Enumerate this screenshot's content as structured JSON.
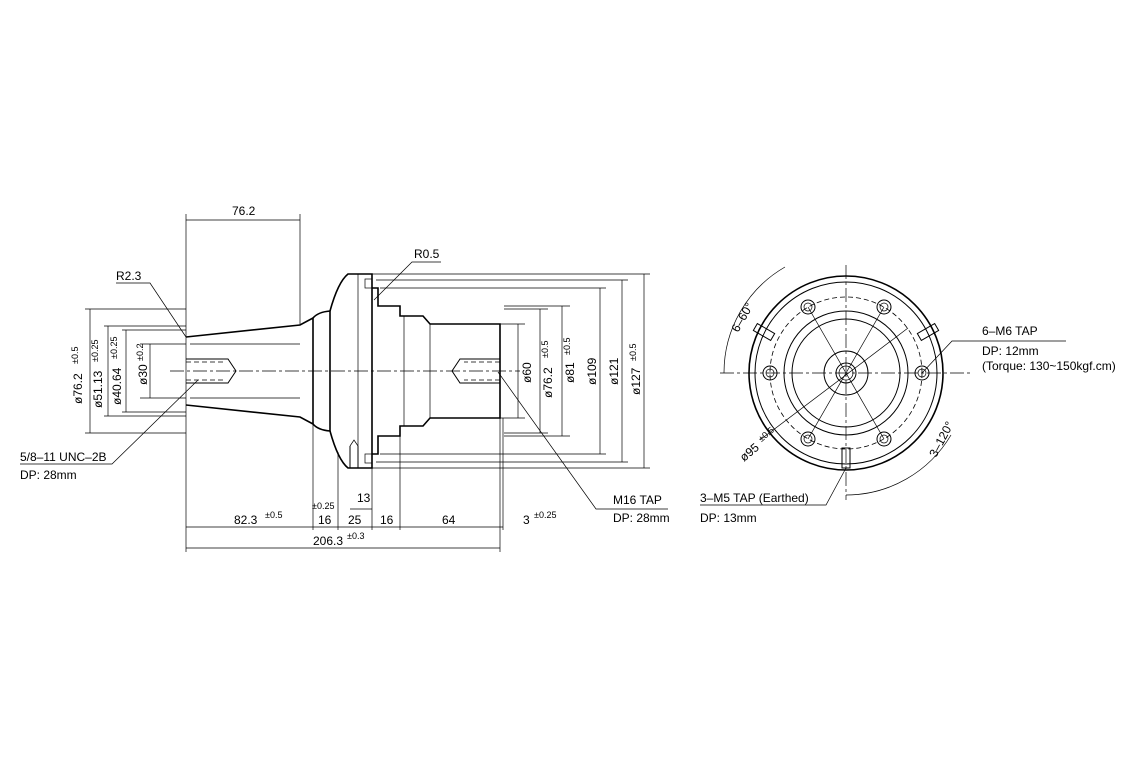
{
  "side_view": {
    "length_top": "76.2",
    "radius_small": "R2.3",
    "radius_flange": "R0.5",
    "dia_76": "ø76.2",
    "tol_05a": "±0.5",
    "dia_51": "ø51.13",
    "tol_025a": "±0.25",
    "dia_40": "ø40.64",
    "tol_025b": "±0.25",
    "dia_30": "ø30",
    "tol_02": "±0.2",
    "dia_60": "ø60",
    "dia_76r": "ø76.2",
    "tol_05b": "±0.5",
    "dia_81": "ø81",
    "tol_05c": "±0.5",
    "dia_109": "ø109",
    "dia_121": "ø121",
    "dia_127": "ø127",
    "tol_05d": "±0.5",
    "thread_left": "5/8–11 UNC–2B",
    "thread_left_depth": "DP: 28mm",
    "tap_right": "M16 TAP",
    "tap_right_depth": "DP: 28mm",
    "dim_13": "13",
    "tol_025c": "±0.25",
    "dim_823": "82.3",
    "tol_05e": "±0.5",
    "dim_16a": "16",
    "dim_25": "25",
    "dim_16b": "16",
    "dim_64": "64",
    "dim_3": "3",
    "tol_025d": "±0.25",
    "dim_total": "206.3",
    "tol_03": "±0.3"
  },
  "front_view": {
    "angle_top": "6–60°",
    "tap_m6": "6–M6 TAP",
    "tap_m6_depth": "DP: 12mm",
    "tap_m6_torque": "(Torque: 130~150kgf.cm)",
    "bolt_circle": "ø95",
    "tol_bc": "±0.5",
    "angle_bottom": "3–120°",
    "tap_m5": "3–M5 TAP (Earthed)",
    "tap_m5_depth": "DP: 13mm"
  }
}
